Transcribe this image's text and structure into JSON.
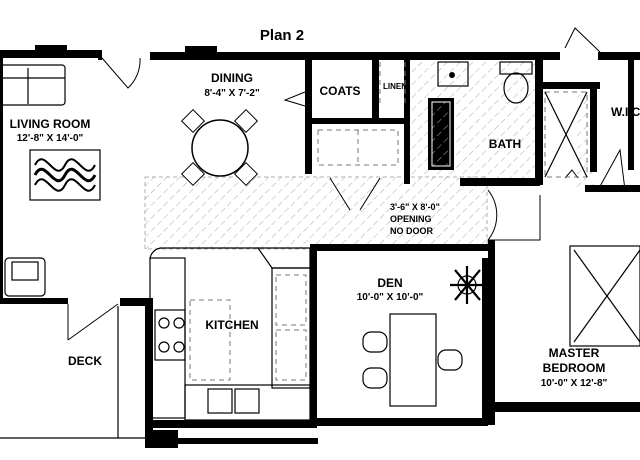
{
  "title": "Plan 2",
  "rooms": {
    "living_room": {
      "name": "LIVING ROOM",
      "dims": "12'-8\" X 14'-0\""
    },
    "dining": {
      "name": "DINING",
      "dims": "8'-4\" X 7'-2\""
    },
    "coats": {
      "name": "COATS"
    },
    "linen": {
      "name": "LINEN"
    },
    "bath": {
      "name": "BATH"
    },
    "wic": {
      "name": "W.I.C."
    },
    "kitchen": {
      "name": "KITCHEN"
    },
    "den": {
      "name": "DEN",
      "dims": "10'-0\" X 10'-0\""
    },
    "deck": {
      "name": "DECK"
    },
    "master_bedroom": {
      "name_line1": "MASTER",
      "name_line2": "BEDROOM",
      "dims": "10'-0\" X 12'-8\""
    }
  },
  "opening_note": {
    "line1": "3'-6\" X 8'-0\"",
    "line2": "OPENING",
    "line3": "NO DOOR"
  }
}
